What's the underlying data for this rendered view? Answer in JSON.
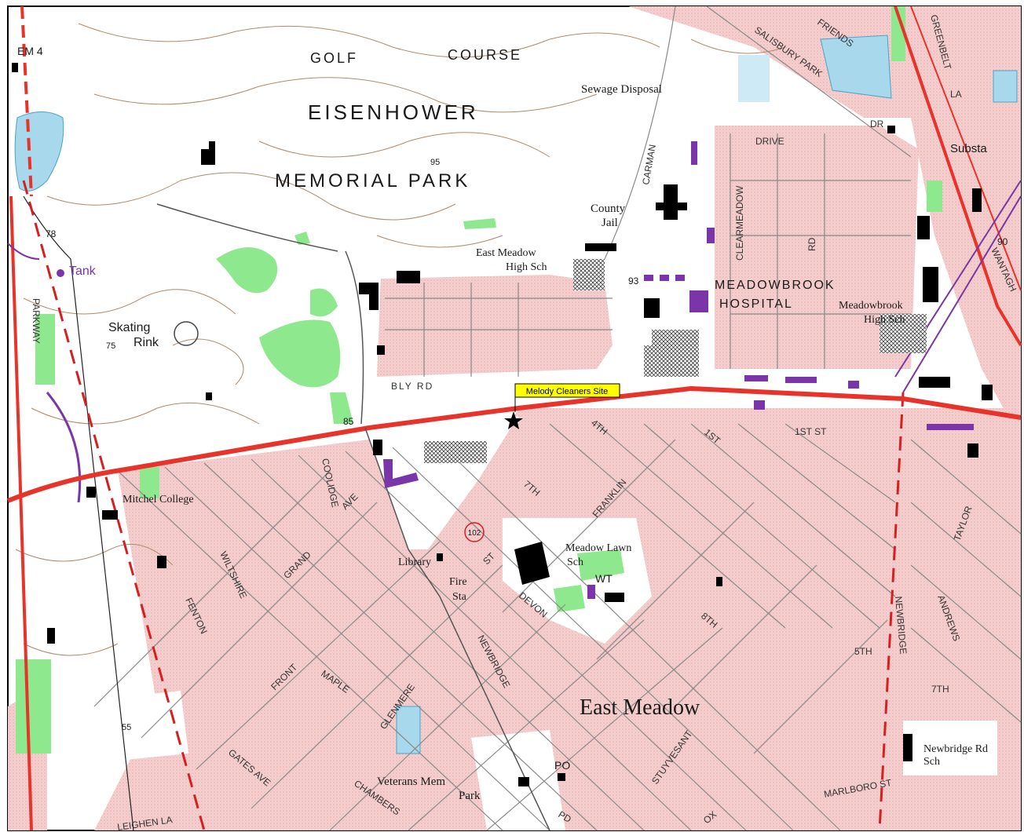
{
  "map": {
    "labels": {
      "golf": "GOLF",
      "course": "COURSE",
      "eisenhower": "EISENHOWER",
      "memorial_park": "MEMORIAL  PARK",
      "sewage": "Sewage Disposal",
      "county_jail_1": "County",
      "county_jail_2": "Jail",
      "em_high_1": "East Meadow",
      "em_high_2": "High Sch",
      "meadowbrook": "MEADOWBROOK",
      "hospital": "HOSPITAL",
      "mb_high_1": "Meadowbrook",
      "mb_high_2": "High Sch",
      "substa": "Substa",
      "tank": "Tank",
      "skating_1": "Skating",
      "skating_2": "Rink",
      "mitchel": "Mitchel College",
      "library": "Library",
      "fire_1": "Fire",
      "fire_2": "Sta",
      "meadow_lawn_1": "Meadow Lawn",
      "meadow_lawn_2": "Sch",
      "wt": "WT",
      "east_meadow": "East Meadow",
      "newbridge_1": "Newbridge Rd",
      "newbridge_2": "Sch",
      "veterans_1": "Veterans Mem",
      "veterans_2": "Park",
      "po": "PO",
      "parkway": "PARKWAY",
      "em4": "EM 4",
      "elev_78": "78",
      "elev_85": "85",
      "elev_95": "95",
      "elev_93": "93",
      "elev_90": "90",
      "elev_75": "75",
      "elev_55": "55",
      "route": "102"
    },
    "streets": {
      "bly_rd": "BLY   RD",
      "drive": "DRIVE",
      "carman": "CARMAN",
      "clearmeadow": "CLEARMEADOW",
      "rd": "RD",
      "salisbury": "SALISBURY  PARK",
      "friends": "FRIENDS",
      "greenbelt": "GREENBELT",
      "la": "LA",
      "dr": "DR",
      "wantagh": "WANTAGH",
      "coolidge": "COOLIDGE",
      "grand": "GRAND",
      "ave": "AVE",
      "st": "ST",
      "devon": "DEVON",
      "newbridge": "NEWBRIDGE",
      "franklin": "FRANKLIN",
      "stuyvesant": "STUYVESANT",
      "marlboro": "MARLBORO  ST",
      "chambers": "CHAMBERS",
      "glenmere": "GLENMERE",
      "maple": "MAPLE",
      "front": "FRONT",
      "gates": "GATES AVE",
      "fenton": "FENTON",
      "wiltshire": "WILTSHIRE",
      "taylor": "TAYLOR",
      "andrews": "ANDREWS",
      "merrick": "NEWBRIDGE",
      "fifth": "5TH",
      "seventh": "7TH",
      "eighth": "8TH",
      "fourth": "4TH",
      "first": "1ST",
      "seventh_b": "7TH",
      "first_st": "1ST    ST",
      "leighen": "LEIGHEN   LA",
      "ox": "OX",
      "pd": "PD"
    },
    "callout": {
      "label": "Melody Cleaners Site",
      "bg_color": "#ffff00",
      "marker": "star-icon"
    },
    "colors": {
      "urban": "#f2c4c4",
      "road_major": "#e8332b",
      "contour": "#b08a6a",
      "water": "#a8d8ec",
      "green": "#8ee88e",
      "purple": "#7a35a8",
      "building": "#000000"
    }
  }
}
